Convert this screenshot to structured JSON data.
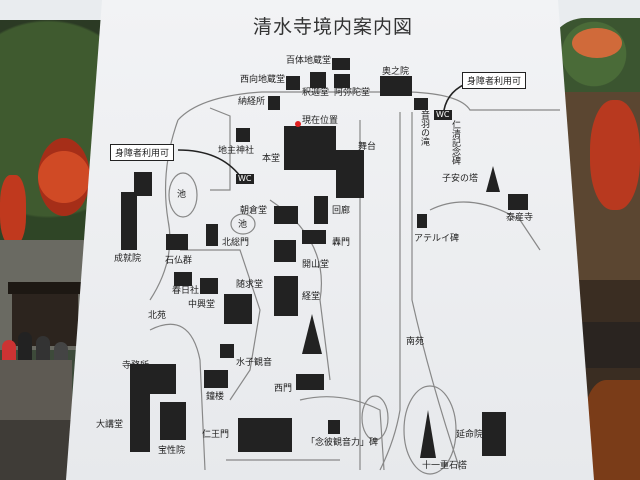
{
  "sign": {
    "title": "清水寺境内案内図",
    "accessible_label": "身障者利用可",
    "wc_label": "WC",
    "you_are_here": "現在位置"
  },
  "places": {
    "hyakutai": "百体地蔵堂",
    "nishikado": "西向地蔵堂",
    "shakado": "釈迦堂",
    "amida": "阿弥陀堂",
    "okunoin": "奥之院",
    "nokyo": "納経所",
    "jishu": "地主神社",
    "hondo": "本堂",
    "butai": "舞台",
    "otowa": "音羽の滝",
    "ninkyo": "仁清記念碑",
    "koyasu": "子安の塔",
    "taisanji": "泰産寺",
    "ike1": "池",
    "asakura": "朝倉堂",
    "ike2": "池",
    "kairo": "回廊",
    "todoroki": "轟門",
    "aterui": "アテルイ碑",
    "sekibutsu": "石仏群",
    "hokumon": "北総門",
    "kaisan": "開山堂",
    "joju": "成就院",
    "kasuga": "春日社",
    "zuigu": "随求堂",
    "chuko": "中興堂",
    "kyodo": "経堂",
    "hokuen": "北苑",
    "shoro": "鐘楼",
    "nanen": "南苑",
    "jimusho": "寺務所",
    "mizuko": "水子観音",
    "nishimon": "西門",
    "daikodo": "大講堂",
    "niomon": "仁王門",
    "nenpi": "「念彼観音力」碑",
    "enmei": "延命院",
    "hoseiin": "宝性院",
    "juju": "十一重石塔"
  }
}
